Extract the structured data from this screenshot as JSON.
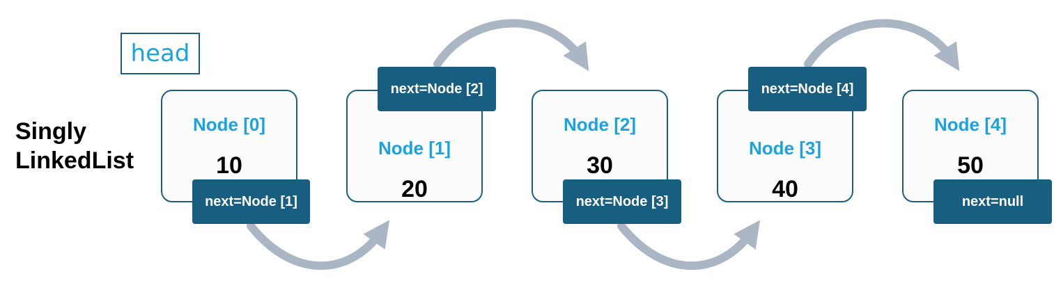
{
  "title_line1": "Singly",
  "title_line2": "LinkedList",
  "head_label": "head",
  "nodes": [
    {
      "label": "Node [0]",
      "value": "10",
      "next": "next=Node [1]"
    },
    {
      "label": "Node [1]",
      "value": "20",
      "next": "next=Node [2]"
    },
    {
      "label": "Node [2]",
      "value": "30",
      "next": "next=Node [3]"
    },
    {
      "label": "Node [3]",
      "value": "40",
      "next": "next=Node [4]"
    },
    {
      "label": "Node [4]",
      "value": "50",
      "next": "next=null"
    }
  ],
  "colors": {
    "node_label": "#1aa3e0",
    "pointer_box": "#175e80",
    "border": "#1a5f80",
    "arrow": "#aab6c4"
  }
}
